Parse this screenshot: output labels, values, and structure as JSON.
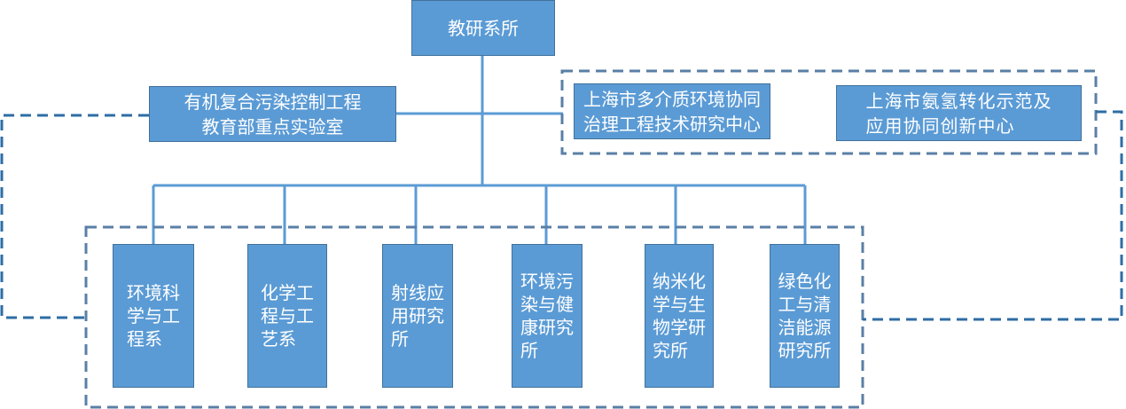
{
  "root": {
    "label": "教研系所"
  },
  "lab": {
    "label": "有机复合污染控制工程\n教育部重点实验室"
  },
  "centers": [
    {
      "label": "上海市多介质环境协同\n治理工程技术研究中心"
    },
    {
      "label": "上海市氨氢转化示范及\n应用协同创新中心"
    }
  ],
  "departments": [
    {
      "label": "环境科\n学与工\n程系"
    },
    {
      "label": "化学工\n程与工\n艺系"
    },
    {
      "label": "射线应\n用研究\n所"
    },
    {
      "label": "环境污\n染与健\n康研究\n所"
    },
    {
      "label": "纳米化\n学与生\n物学研\n究所"
    },
    {
      "label": "绿色化\n工与清\n洁能源\n研究所"
    }
  ],
  "colors": {
    "box_fill": "#5b9bd5",
    "box_border": "#41719c",
    "line": "#5b9bd5",
    "dash_connector": "#2e6da4",
    "dash_group": "#5a7fa6"
  }
}
